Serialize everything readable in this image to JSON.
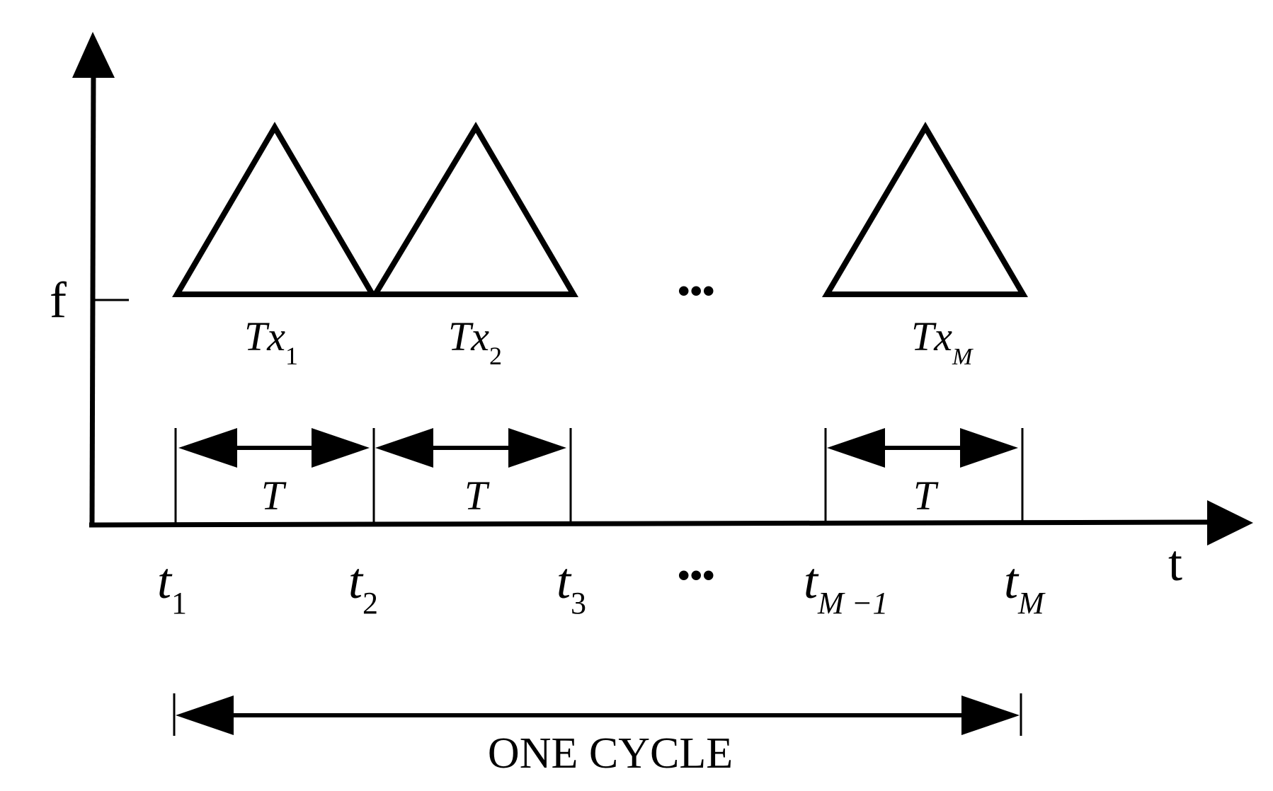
{
  "axes": {
    "y_label": "f",
    "x_label": "t"
  },
  "transmitters": [
    {
      "base": "Tx",
      "sub": "1"
    },
    {
      "base": "Tx",
      "sub": "2"
    },
    {
      "base": "Tx",
      "sub": "M"
    }
  ],
  "period_label": "T",
  "ellipsis": "•••",
  "time_ticks": [
    {
      "base": "t",
      "sub": "1"
    },
    {
      "base": "t",
      "sub": "2"
    },
    {
      "base": "t",
      "sub": "3"
    },
    {
      "base": "t",
      "sub": "M −1"
    },
    {
      "base": "t",
      "sub": "M"
    }
  ],
  "cycle_label": "ONE CYCLE",
  "colors": {
    "stroke": "#000000",
    "background": "#ffffff"
  }
}
